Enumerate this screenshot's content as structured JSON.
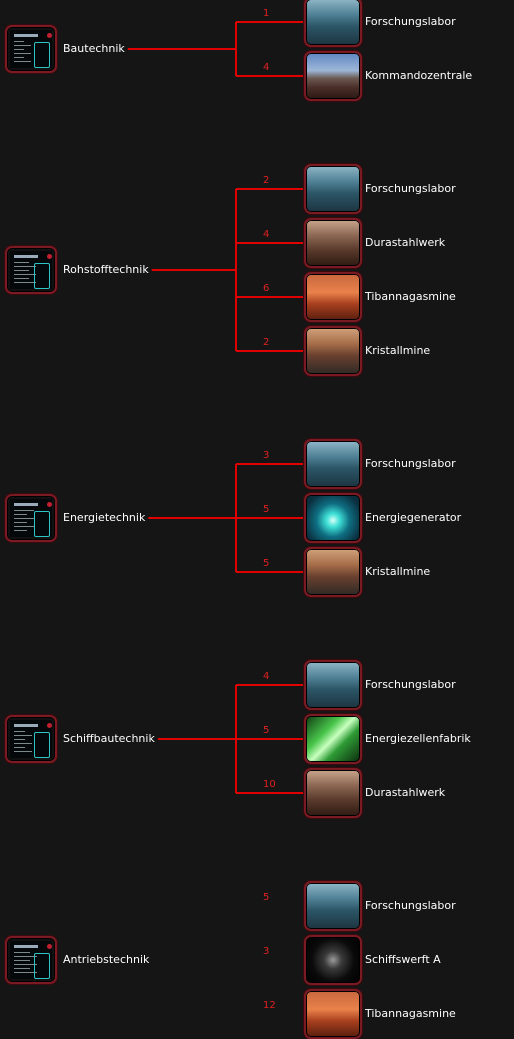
{
  "colors": {
    "background": "#151515",
    "connector": "#e00000",
    "frame": "#7a1a22",
    "label_text": "#ffffff",
    "number_text": "#e02020"
  },
  "technologies": [
    {
      "name": "Bautechnik",
      "icon": "blueprint-screen-icon",
      "requirements": [
        {
          "level": "1",
          "building": "Forschungslabor",
          "image": "research-lab-image"
        },
        {
          "level": "4",
          "building": "Kommandozentrale",
          "image": "command-center-image"
        }
      ]
    },
    {
      "name": "Rohstofftechnik",
      "icon": "blueprint-screen-icon",
      "requirements": [
        {
          "level": "2",
          "building": "Forschungslabor",
          "image": "research-lab-image"
        },
        {
          "level": "4",
          "building": "Durastahlwerk",
          "image": "durasteel-works-image"
        },
        {
          "level": "6",
          "building": "Tibannagasmine",
          "image": "tibanna-gas-mine-image"
        },
        {
          "level": "2",
          "building": "Kristallmine",
          "image": "crystal-mine-image"
        }
      ]
    },
    {
      "name": "Energietechnik",
      "icon": "blueprint-screen-icon",
      "requirements": [
        {
          "level": "3",
          "building": "Forschungslabor",
          "image": "research-lab-image"
        },
        {
          "level": "5",
          "building": "Energiegenerator",
          "image": "energy-generator-image"
        },
        {
          "level": "5",
          "building": "Kristallmine",
          "image": "crystal-mine-image"
        }
      ]
    },
    {
      "name": "Schiffbautechnik",
      "icon": "blueprint-screen-icon",
      "requirements": [
        {
          "level": "4",
          "building": "Forschungslabor",
          "image": "research-lab-image"
        },
        {
          "level": "5",
          "building": "Energiezellenfabrik",
          "image": "energy-cell-factory-image"
        },
        {
          "level": "10",
          "building": "Durastahlwerk",
          "image": "durasteel-works-image"
        }
      ]
    },
    {
      "name": "Antriebstechnik",
      "icon": "blueprint-screen-icon",
      "requirements": [
        {
          "level": "5",
          "building": "Forschungslabor",
          "image": "research-lab-image"
        },
        {
          "level": "3",
          "building": "Schiffswerft A",
          "image": "shipyard-image"
        },
        {
          "level": "12",
          "building": "Tibannagasmine",
          "image": "tibanna-gas-mine-image"
        }
      ]
    }
  ]
}
